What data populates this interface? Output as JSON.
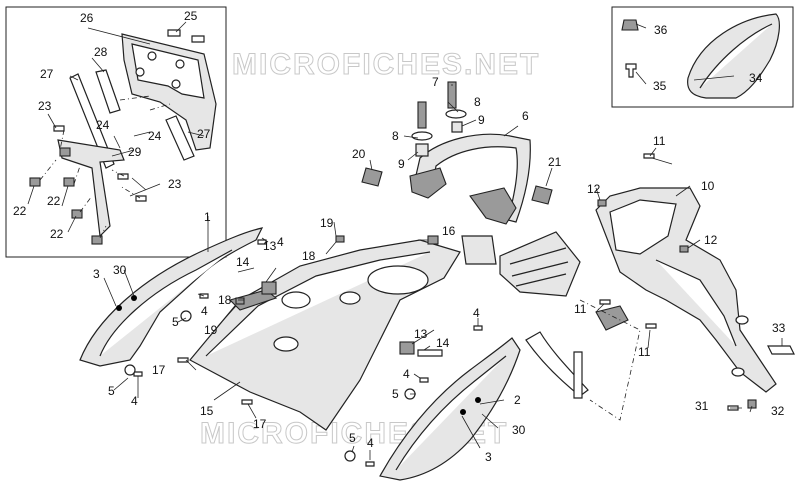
{
  "watermark": {
    "top": "MICROFICHES.NET",
    "bottom": "MICROFICHES.NET"
  },
  "callouts": {
    "c1": "1",
    "c2": "2",
    "c3a": "3",
    "c3b": "3",
    "c4a": "4",
    "c4b": "4",
    "c4c": "4",
    "c4d": "4",
    "c4e": "4",
    "c4f": "4",
    "c5a": "5",
    "c5b": "5",
    "c5c": "5",
    "c5d": "5",
    "c6": "6",
    "c7": "7",
    "c8a": "8",
    "c8b": "8",
    "c9a": "9",
    "c9b": "9",
    "c10": "10",
    "c11a": "11",
    "c11b": "11",
    "c11c": "11",
    "c12a": "12",
    "c12b": "12",
    "c13a": "13",
    "c13b": "13",
    "c14a": "14",
    "c14b": "14",
    "c15": "15",
    "c16": "16",
    "c17a": "17",
    "c17b": "17",
    "c18a": "18",
    "c18b": "18",
    "c19a": "19",
    "c19b": "19",
    "c20": "20",
    "c21": "21",
    "c22a": "22",
    "c22b": "22",
    "c22c": "22",
    "c23a": "23",
    "c23b": "23",
    "c24a": "24",
    "c24b": "24",
    "c25": "25",
    "c26": "26",
    "c27a": "27",
    "c27b": "27",
    "c28": "28",
    "c29": "29",
    "c30a": "30",
    "c30b": "30",
    "c31": "31",
    "c32": "32",
    "c33": "33",
    "c34": "34",
    "c35": "35",
    "c36": "36"
  }
}
